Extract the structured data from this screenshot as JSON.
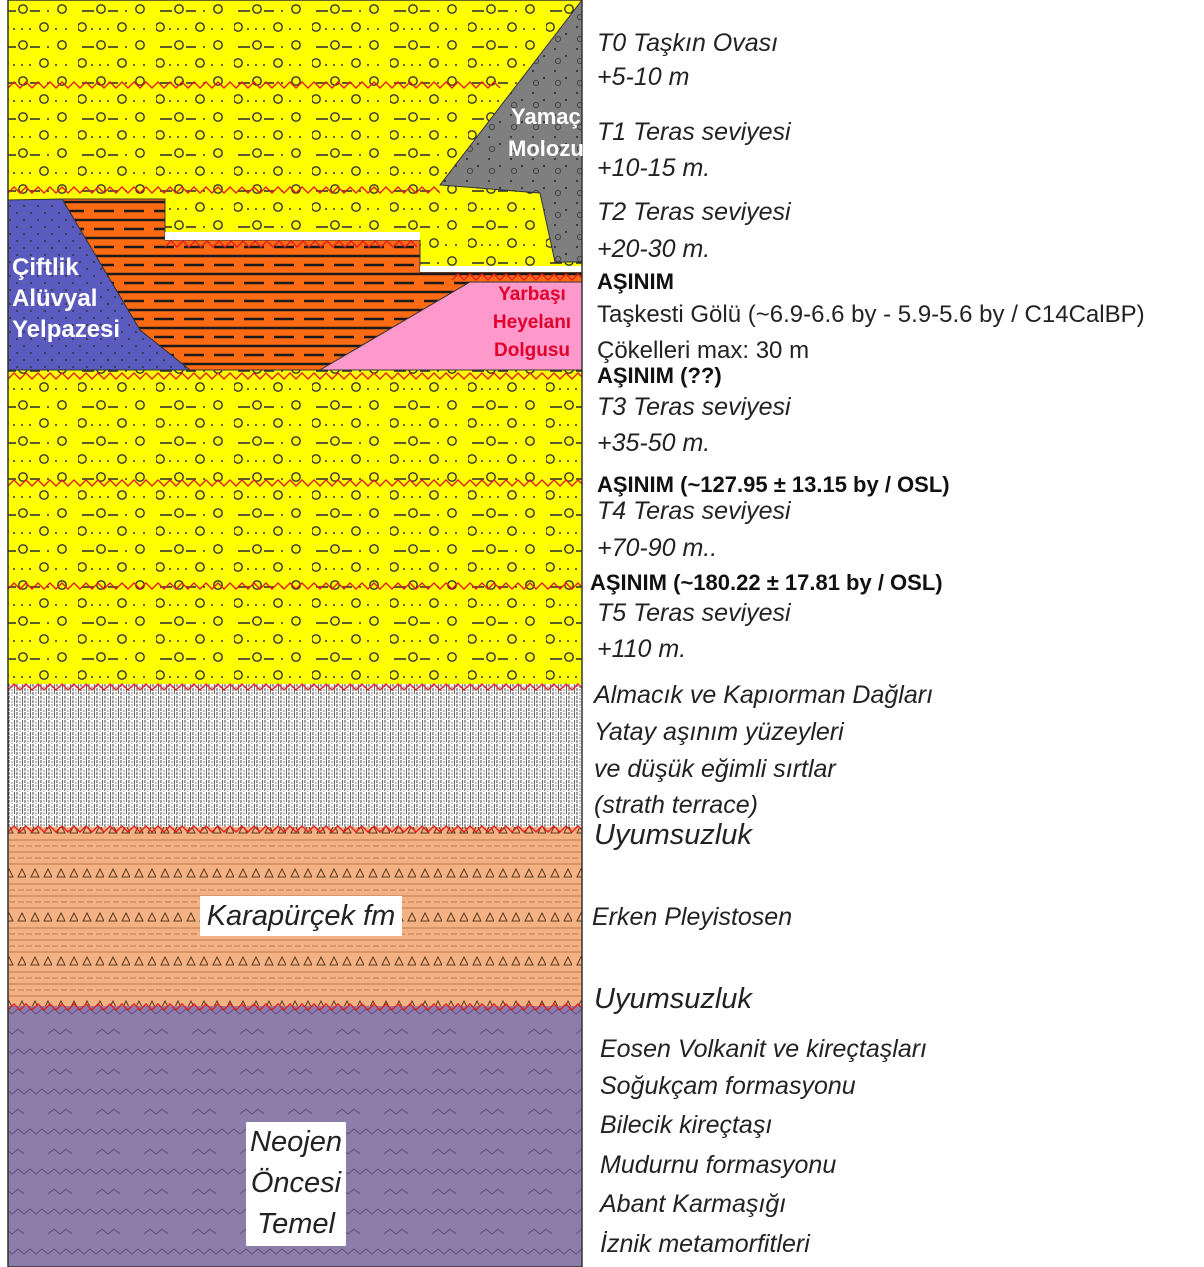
{
  "labels": {
    "t0_name": "T0 Taşkın Ovası",
    "t0_height": "+5-10 m",
    "t1_name": "T1 Teras seviyesi",
    "t1_height": "+10-15 m.",
    "t2_name": "T2 Teras seviyesi",
    "t2_height": "+20-30 m.",
    "erosion_1": "AŞINIM",
    "lake_name": "Taşkesti Gölü (~6.9-6.6 by - 5.9-5.6 by / C14CalBP)",
    "lake_thickness": "Çökelleri max: 30 m",
    "erosion_2": "AŞINIM (??)",
    "t3_name": "T3 Teras seviyesi",
    "t3_height": "+35-50 m.",
    "erosion_3": "AŞINIM (~127.95 ± 13.15 by / OSL)",
    "t4_name": "T4 Teras seviyesi",
    "t4_height": "+70-90 m..",
    "erosion_4": "AŞINIM (~180.22 ± 17.81 by / OSL)",
    "t5_name": "T5 Teras seviyesi",
    "t5_height": "+110 m.",
    "strath_1": "Almacık ve Kapıorman Dağları",
    "strath_2": "Yatay aşınım yüzeyleri",
    "strath_3": "ve düşük eğimli sırtlar",
    "strath_4": "(strath terrace)",
    "unconformity_1": "Uyumsuzluk",
    "early_pleistocene": "Erken Pleyistosen",
    "unconformity_2": "Uyumsuzluk",
    "base_1": "Eosen Volkanit ve kireçtaşları",
    "base_2": "Soğukçam formasyonu",
    "base_3": "Bilecik kireçtaşı",
    "base_4": "Mudurnu formasyonu",
    "base_5": "Abant Karmaşığı",
    "base_6": "İznik metamorfitleri"
  },
  "inlays": {
    "talus_1": "Yamaç",
    "talus_2": "Molozu",
    "fan_1": "Çiftlik",
    "fan_2": "Alüvyal",
    "fan_3": "Yelpazesi",
    "landslide_1": "Yarbaşı",
    "landslide_2": "Heyelanı",
    "landslide_3": "Dolgusu",
    "karapurcek": "Karapürçek fm",
    "basement_1": "Neojen",
    "basement_2": "Öncesi",
    "basement_3": "Temel"
  },
  "colors": {
    "terrace_yellow": "#ffff00",
    "talus_grey": "#7f7f7f",
    "fan_blue": "#5b5bbf",
    "lake_orange": "#ff6a13",
    "landslide_pink": "#ff99cc",
    "strath_white": "#ffffff",
    "karapurcek_orange": "#f4b183",
    "basement_purple": "#8e7cab",
    "erosion_red": "#e02020",
    "landslide_text": "#e0002a"
  }
}
